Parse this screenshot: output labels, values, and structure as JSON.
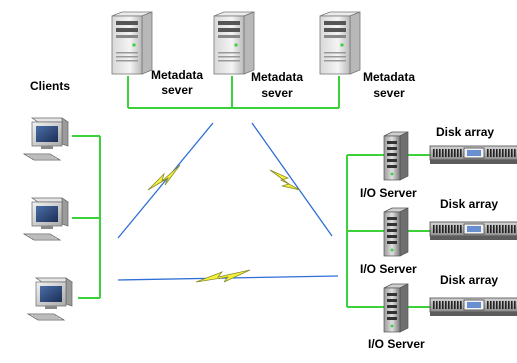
{
  "colors": {
    "link_line": "#3bd13b",
    "wireless_blue": "#2f6fd6",
    "bolt_fill": "#f3f23c",
    "bolt_stroke": "#8a8a2a"
  },
  "labels": {
    "clients": "Clients",
    "metadata_1": [
      "Metadata",
      "sever"
    ],
    "metadata_2": [
      "Metadata",
      "sever"
    ],
    "metadata_3": [
      "Metadata",
      "sever"
    ],
    "io_server_1": "I/O Server",
    "io_server_2": "I/O Server",
    "io_server_3": "I/O Server",
    "disk_array_1": "Disk array",
    "disk_array_2": "Disk array",
    "disk_array_3": "Disk array"
  },
  "icons": {
    "metadata_server": "tower-server-icon",
    "client": "desktop-computer-icon",
    "io_server": "rack-server-icon",
    "disk_array": "disk-array-icon",
    "wireless": "lightning-bolt-icon"
  }
}
